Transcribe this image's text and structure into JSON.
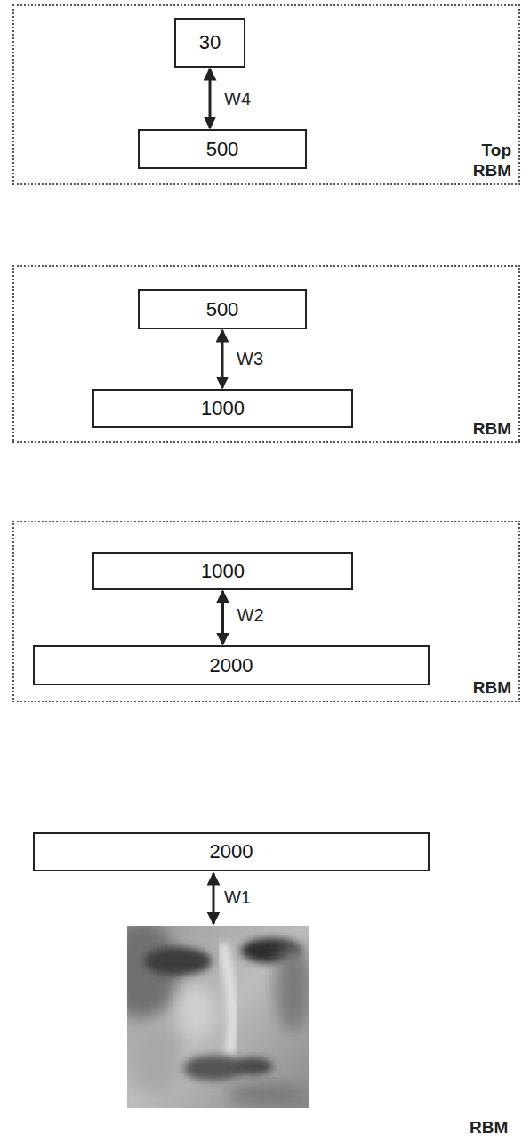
{
  "diagram": {
    "nodes": [
      {
        "text": [
          "Top RBM"
        ]
      },
      {
        "text": [
          "30"
        ],
        "in": 0
      },
      {
        "text": [
          "500"
        ],
        "in": 0
      },
      {
        "text": [
          "RBM"
        ]
      },
      {
        "text": [
          "500"
        ],
        "in": 3
      },
      {
        "text": [
          "1000"
        ],
        "in": 3
      },
      {
        "text": [
          "RBM"
        ]
      },
      {
        "text": [
          "1000"
        ],
        "in": 6
      },
      {
        "text": [
          "2000"
        ],
        "in": 6
      },
      {
        "text": [
          "2000"
        ]
      }
    ],
    "edges": [
      {
        "from": 1,
        "to": 2,
        "arrow": "both",
        "label": "W4"
      },
      {
        "from": 4,
        "to": 5,
        "arrow": "both",
        "label": "W3"
      },
      {
        "from": 7,
        "to": 8,
        "arrow": "both",
        "label": "W2"
      }
    ],
    "labels": [
      "W1",
      "RBM"
    ]
  }
}
